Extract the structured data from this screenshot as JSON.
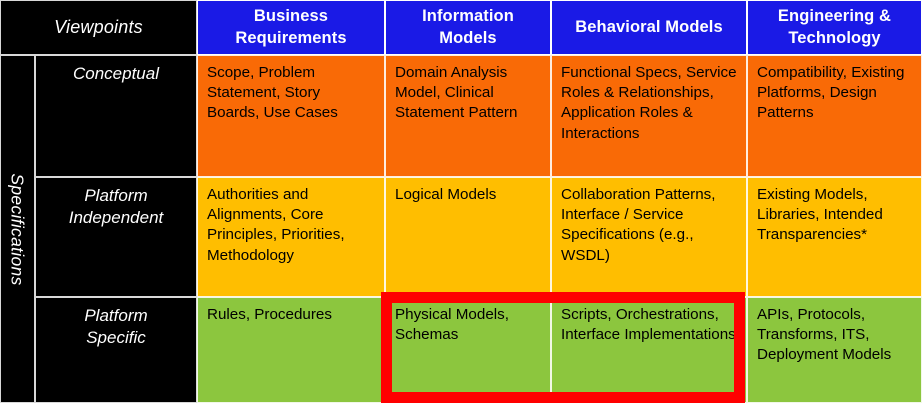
{
  "matrix": {
    "corner_label": "Viewpoints",
    "spine_label": "Specifications",
    "columns": [
      {
        "id": "business-requirements",
        "label": "Business\nRequirements"
      },
      {
        "id": "information-models",
        "label": "Information\nModels"
      },
      {
        "id": "behavioral-models",
        "label": "Behavioral Models"
      },
      {
        "id": "engineering-technology",
        "label": "Engineering &\nTechnology"
      }
    ],
    "rows": [
      {
        "id": "conceptual",
        "label": "Conceptual",
        "color": "#f96a06",
        "cells": [
          "Scope, Problem Statement, Story Boards, Use Cases",
          "Domain Analysis Model, Clinical Statement Pattern",
          "Functional Specs, Service Roles & Relationships, Application Roles & Interactions",
          "Compatibility, Existing Platforms, Design Patterns"
        ]
      },
      {
        "id": "platform-independent",
        "label": "Platform\nIndependent",
        "color": "#ffbe00",
        "cells": [
          "Authorities and Alignments,  Core Principles, Priorities, Methodology",
          "Logical Models",
          "Collaboration Patterns, Interface / Service Specifications (e.g., WSDL)",
          "Existing Models, Libraries, Intended Transparencies*"
        ]
      },
      {
        "id": "platform-specific",
        "label": "Platform\nSpecific",
        "color": "#8cc63e",
        "cells": [
          "Rules, Procedures",
          "Physical Models, Schemas",
          "Scripts, Orchestrations, Interface Implementations",
          "APIs, Protocols, Transforms, ITS, Deployment Models"
        ]
      }
    ],
    "colors": {
      "header_blue": "#1a1ae6",
      "conceptual_orange": "#f96a06",
      "platform_independent_amber": "#ffbe00",
      "platform_specific_green": "#8cc63e",
      "label_black": "#000000",
      "highlight_red": "#ff0000",
      "text_white": "#ffffff",
      "text_black": "#000000"
    },
    "highlight": {
      "id": "platform-specific-models-highlight",
      "covers_columns": [
        "information-models",
        "behavioral-models"
      ],
      "covers_row": "platform-specific"
    }
  }
}
